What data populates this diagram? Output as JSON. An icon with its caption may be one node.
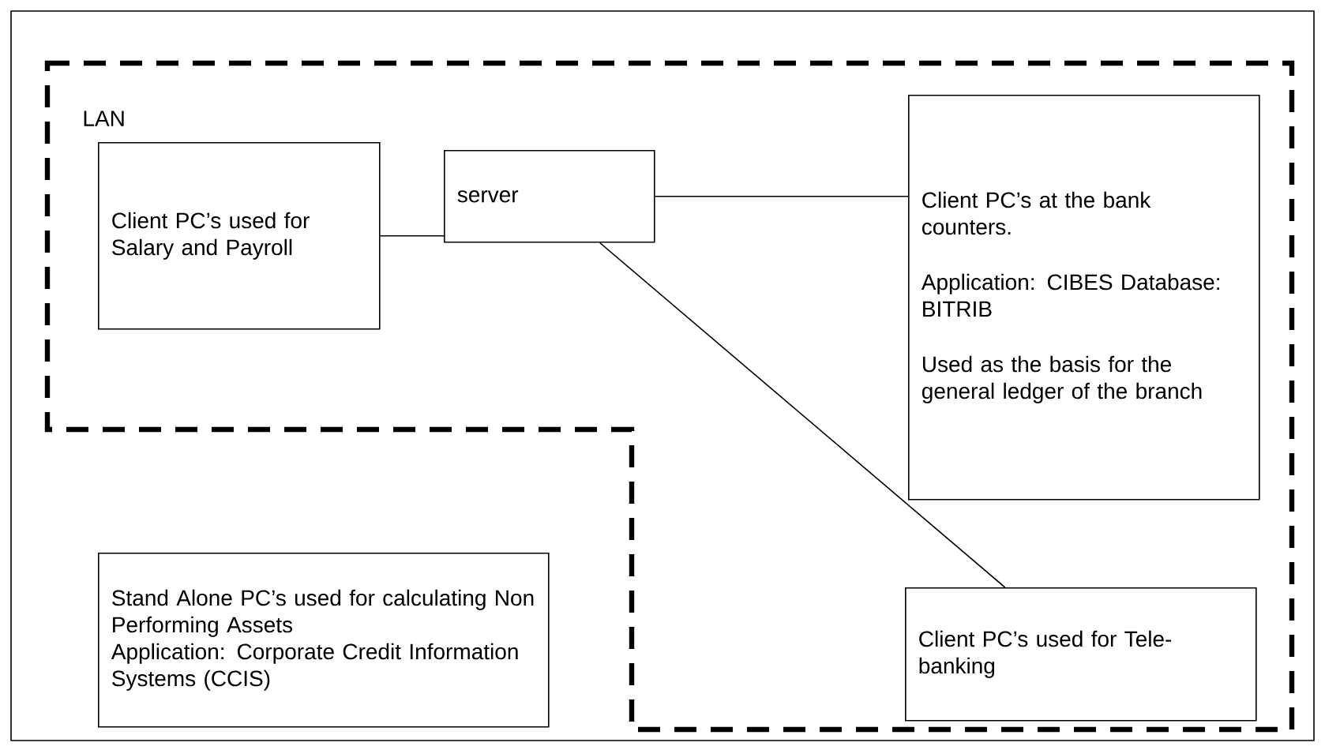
{
  "diagram": {
    "nodes": [
      {
        "text": [
          "LAN"
        ]
      },
      {
        "text": [
          "Client PC’s used for Salary and Payroll"
        ],
        "in": 0
      },
      {
        "text": [
          "server"
        ],
        "in": 0
      },
      {
        "text": [
          "Client PC’s at the bank counters.",
          "Application: CIBES Database: BITRIB",
          "Used as the basis for the general ledger of the branch"
        ],
        "in": 0
      },
      {
        "text": [
          "Client PC’s used for Tele-banking"
        ],
        "in": 0
      },
      {
        "text": [
          "Stand Alone PC’s used for calculating Non Performing Assets",
          "Application: Corporate Credit Information Systems (CCIS)"
        ]
      }
    ],
    "edges": [
      {
        "from": 1,
        "to": 2,
        "arrow": "none"
      },
      {
        "from": 2,
        "to": 3,
        "arrow": "none"
      },
      {
        "from": 2,
        "to": 4,
        "arrow": "none"
      }
    ]
  }
}
